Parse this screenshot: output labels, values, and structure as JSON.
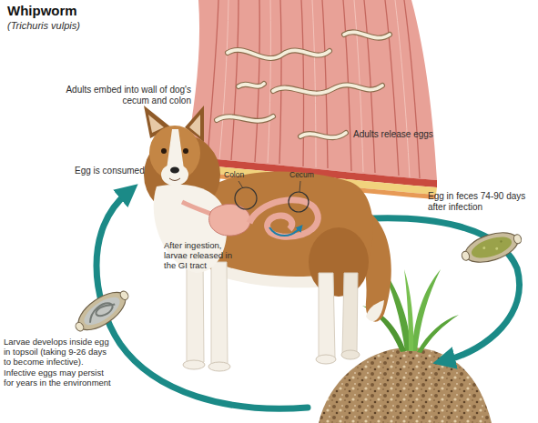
{
  "diagram": {
    "title": "Whipworm",
    "labels": [
      "(Trichuris vulpis)",
      "Adults embed into wall of dog's cecum and colon",
      "Adults release eggs",
      "Egg is consumed",
      "Colon",
      "Cecum",
      "After ingestion, larvae released in the GI tract",
      "Egg in feces 74-90 days after infection",
      "Larvae develops inside egg in topsoil (taking 9-26 days to become infective). Infective eggs may persist for years in the environment"
    ]
  }
}
